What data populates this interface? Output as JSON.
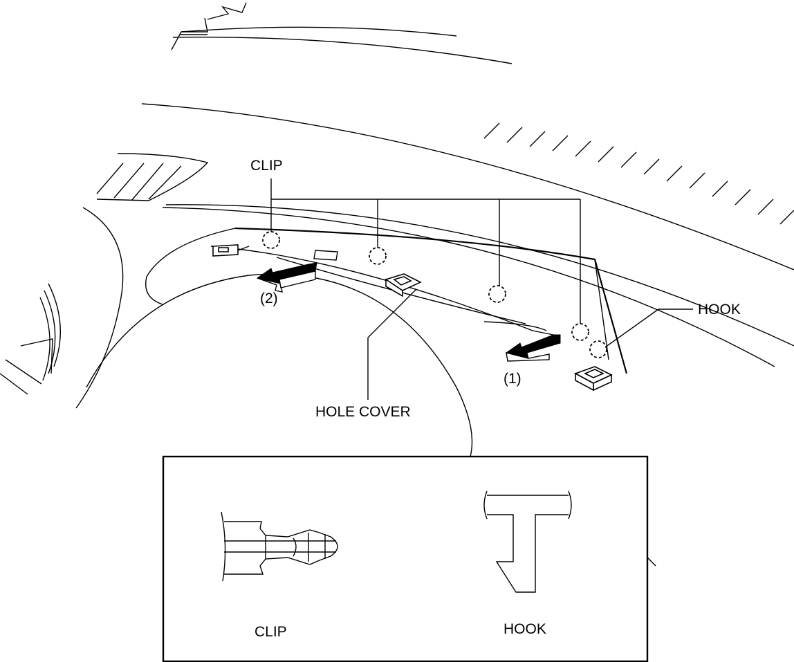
{
  "labels": {
    "clip_top": "CLIP",
    "hook_right": "HOOK",
    "step_2": "(2)",
    "step_1": "(1)",
    "hole_cover": "HOLE COVER",
    "inset_clip": "CLIP",
    "inset_hook": "HOOK"
  }
}
